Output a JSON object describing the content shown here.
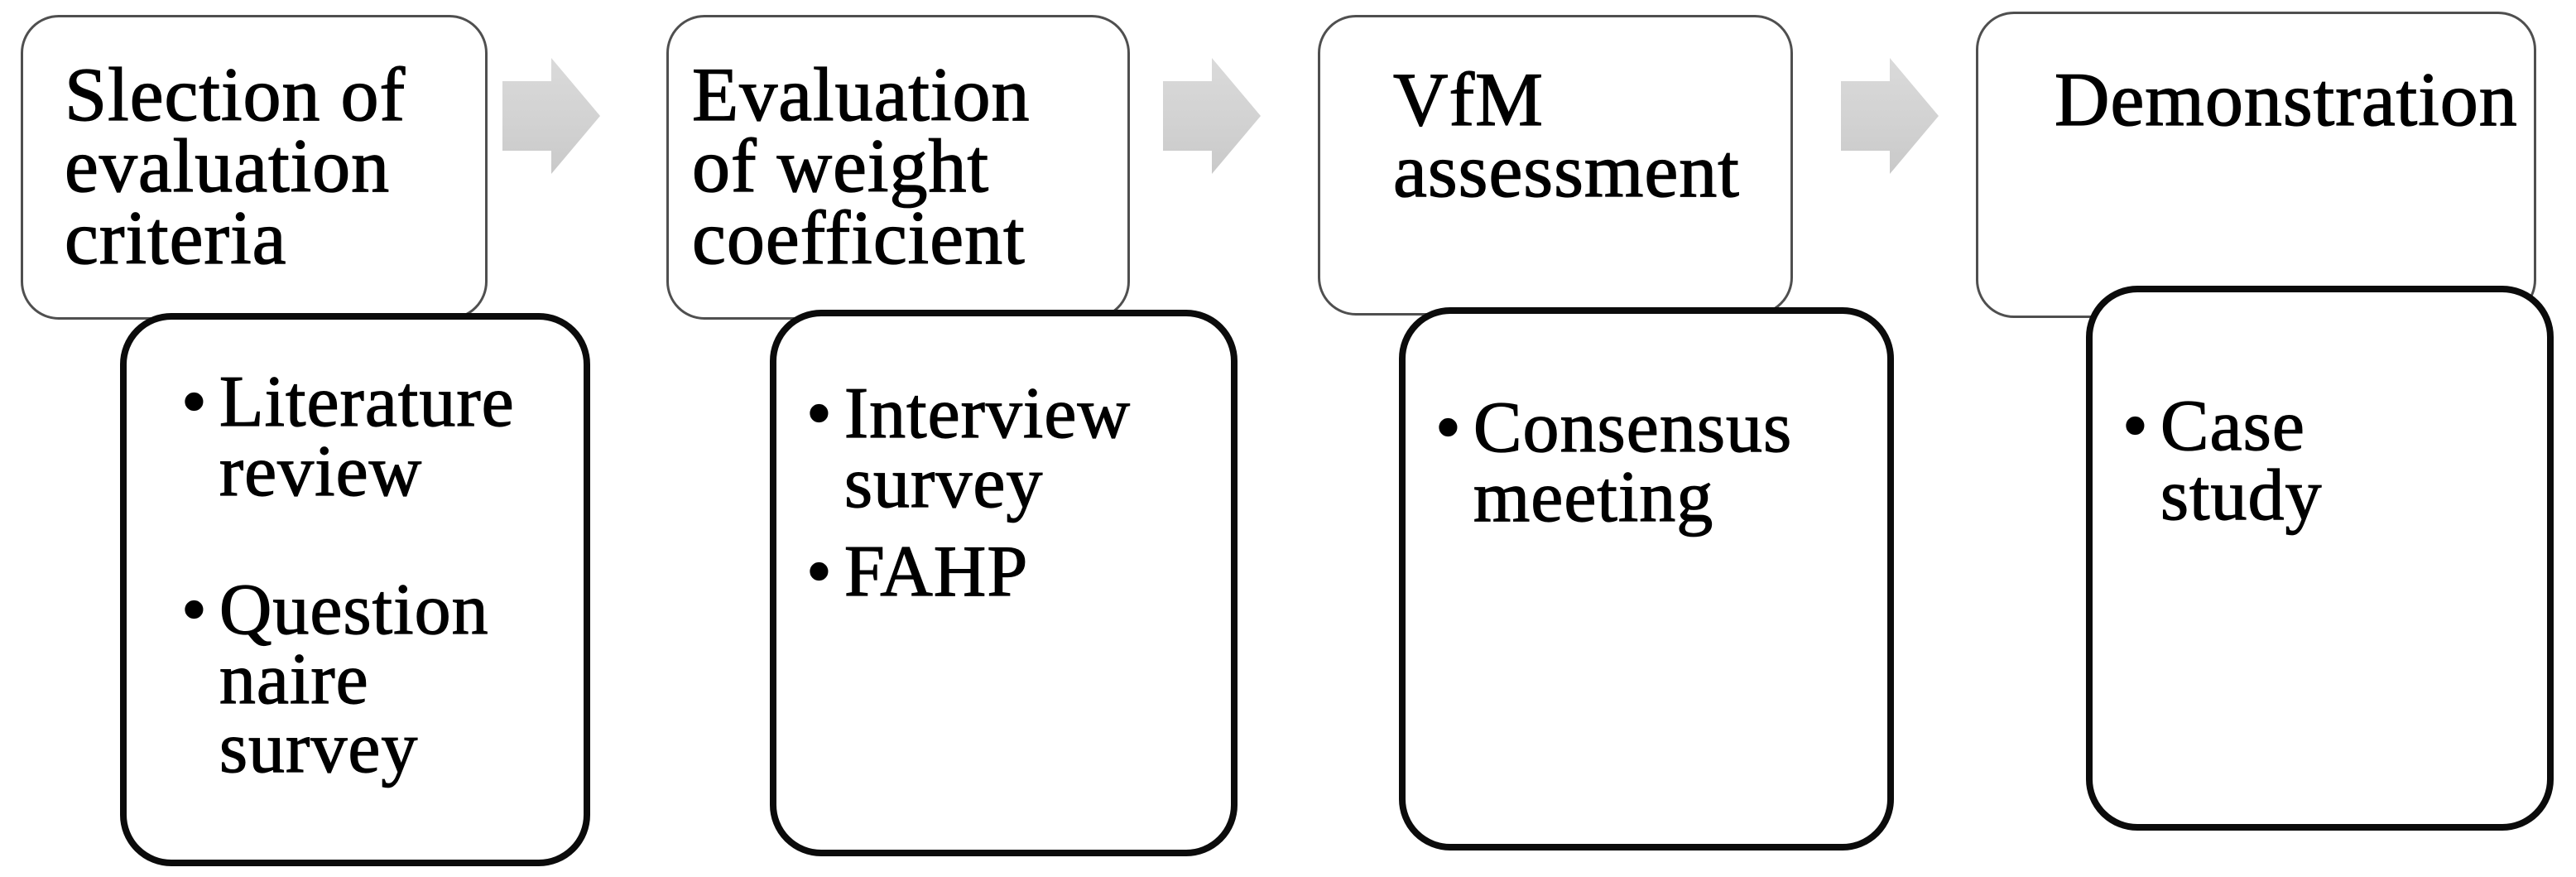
{
  "figure": {
    "bullet_marker": "•",
    "stages": [
      {
        "title": "Slection of\nevaluation\ncriteria",
        "bullets": [
          "Literature\nreview",
          "Question\nnaire\nsurvey"
        ]
      },
      {
        "title": "Evaluation\nof weight\ncoefficient",
        "bullets": [
          "Interview\nsurvey",
          "FAHP"
        ]
      },
      {
        "title": "VfM\nassessment",
        "bullets": [
          "Consensus\nmeeting"
        ]
      },
      {
        "title": "Demonstration",
        "bullets": [
          "Case\nstudy"
        ]
      }
    ],
    "colors": {
      "background": "#ffffff",
      "text": "#000000",
      "arrow": "#d2d2d2",
      "box_border_thin": "#4f4f4f",
      "box_border_thick": "#0b0b0b"
    }
  }
}
